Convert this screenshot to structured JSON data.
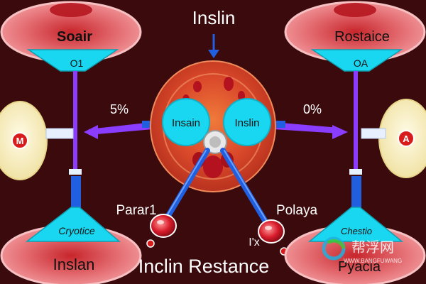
{
  "labels": {
    "top_center": "Inslin",
    "top_left_cell": "Soair",
    "top_right_cell": "Rostaice",
    "top_left_funnel": "O1",
    "top_right_funnel": "OA",
    "left_percent": "5%",
    "right_percent": "0%",
    "left_circle": "Insain",
    "right_circle": "Inslin",
    "left_node": "M",
    "right_node": "A",
    "para": "Parar1",
    "polaya": "Polaya",
    "bottom_left_funnel": "Cryotice",
    "bottom_right_funnel": "Chestio",
    "bottom_left_cell": "Inslan",
    "bottom_right_cell": "Pyacia",
    "bottom_center": "Inclin Restance",
    "small_x": "I'x",
    "watermark_cn": "帮浮网",
    "watermark_en": "WWW.BANGFUWANG"
  },
  "colors": {
    "background": "#3a0a0c",
    "cyan": "#19d7f0",
    "purple": "#8a3cff",
    "blue": "#1f5fe0",
    "cell_pink": "#f28b8f",
    "organ_orange": "#e0552a",
    "node_cream": "#f6ecb8",
    "node_red": "#d81b1b"
  }
}
